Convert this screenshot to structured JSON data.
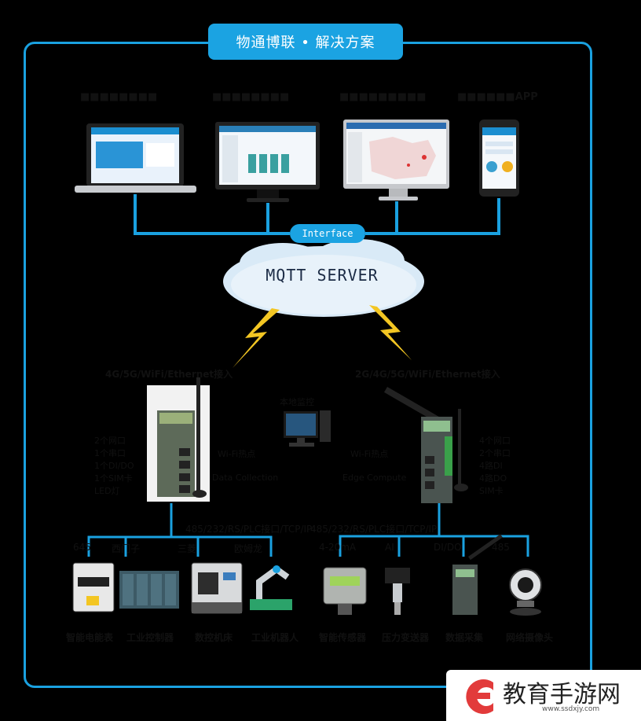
{
  "title": "物通博联 • 解决方案",
  "interface_label": "Interface",
  "cloud_label": "MQTT SERVER",
  "left_gateway": {
    "network": "4G/5G/WiFi/Ethernet接入",
    "specs": [
      "2个网口",
      "1个串口",
      "1个DI/DO",
      "1个SIM卡",
      "LED灯"
    ],
    "wifi_label": "Wi-Fi热点",
    "collection_label": "Data Collection"
  },
  "right_gateway": {
    "network": "2G/4G/5G/WiFi/Ethernet接入",
    "specs": [
      "4个网口",
      "2个串口",
      "4路DI",
      "4路DO",
      "SIM卡"
    ],
    "wifi_label": "Wi-Fi热点",
    "edge_label": "Edge Compute"
  },
  "pc_label": "本地监控",
  "left_bus": "485/232/RS/PLC接口/TCP/IP",
  "right_bus": "485/232/RS/PLC接口/TCP/IP",
  "left_endpoints": [
    "645",
    "西门子",
    "三菱",
    "欧姆龙"
  ],
  "right_endpoints": [
    "4-20mA",
    "AI",
    "DI/DO",
    "485"
  ],
  "devices": [
    "智能电能表",
    "工业控制器",
    "数控机床",
    "工业机器人",
    "智能传感器",
    "压力变送器",
    "数据采集",
    "网络摄像头"
  ],
  "watermark": {
    "text": "教育手游网",
    "url": "www.ssdxjy.com"
  }
}
